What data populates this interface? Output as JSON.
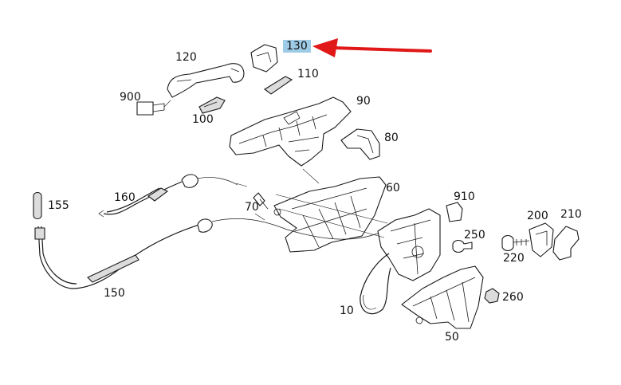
{
  "highlight": {
    "callout": "130",
    "highlight_color": "#9ecbe6",
    "arrow_color": "#e01818"
  },
  "labels": {
    "p130": "130",
    "p120": "120",
    "p110": "110",
    "p900": "900",
    "p100": "100",
    "p90": "90",
    "p80": "80",
    "p60": "60",
    "p160": "160",
    "p155": "155",
    "p70": "70",
    "p910": "910",
    "p200": "200",
    "p210": "210",
    "p250": "250",
    "p220": "220",
    "p150": "150",
    "p260": "260",
    "p10": "10",
    "p50": "50"
  }
}
